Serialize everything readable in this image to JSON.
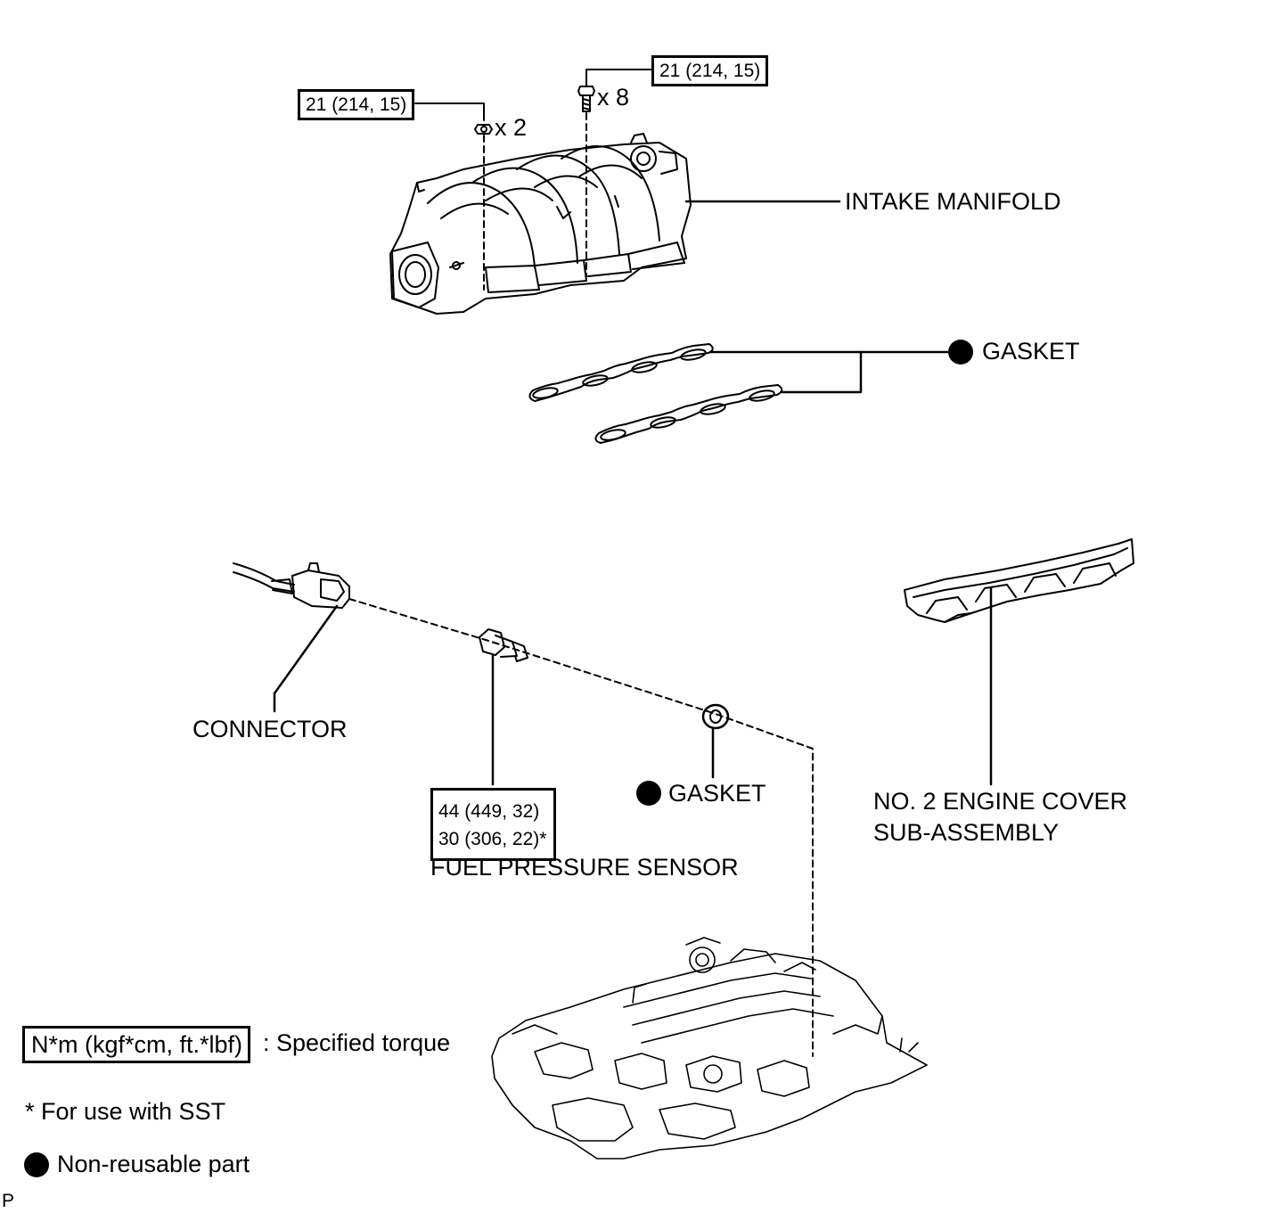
{
  "torque_top_left": "21 (214, 15)",
  "torque_top_right": "21 (214, 15)",
  "qty_nuts": "x 2",
  "qty_bolts": "x 8",
  "intake_manifold": "INTAKE MANIFOLD",
  "gasket_manifold": "GASKET",
  "connector": "CONNECTOR",
  "fuel_sensor_torque": [
    "44 (449, 32)",
    "30 (306, 22)*"
  ],
  "fuel_pressure_sensor": "FUEL PRESSURE SENSOR",
  "gasket_sensor": "GASKET",
  "engine_cover": [
    "NO. 2 ENGINE COVER",
    "SUB-ASSEMBLY"
  ],
  "legend": {
    "torque_unit": "N*m (kgf*cm, ft.*lbf)",
    "torque_desc": ": Specified torque",
    "sst_note": "* For use with SST",
    "non_reusable": "Non-reusable part"
  },
  "corner_mark": "P",
  "icons": {
    "non_reusable_marker": "filled-black-circle"
  }
}
